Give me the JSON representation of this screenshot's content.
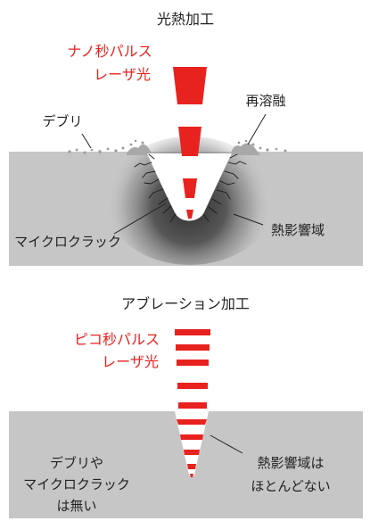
{
  "colors": {
    "material": "#c6c6c6",
    "laser_red": "#e8221f",
    "text": "#222222",
    "heat_zone": "#3a3a3a",
    "crack": "#1a1a1a"
  },
  "thermal": {
    "title": "光熱加工",
    "laser_label_line1": "ナノ秒パルス",
    "laser_label_line2": "レーザ光",
    "debris_label": "デブリ",
    "remelt_label": "再溶融",
    "crack_label": "マイクロクラック",
    "haz_label": "熱影響域"
  },
  "ablation": {
    "title": "アブレーション加工",
    "laser_label_line1": "ピコ秒パルス",
    "laser_label_line2": "レーザ光",
    "haz_label_line1": "熱影響域は",
    "haz_label_line2": "ほとんどない",
    "debris_label_line1": "デブリや",
    "debris_label_line2": "マイクロクラック",
    "debris_label_line3": "は無い"
  }
}
